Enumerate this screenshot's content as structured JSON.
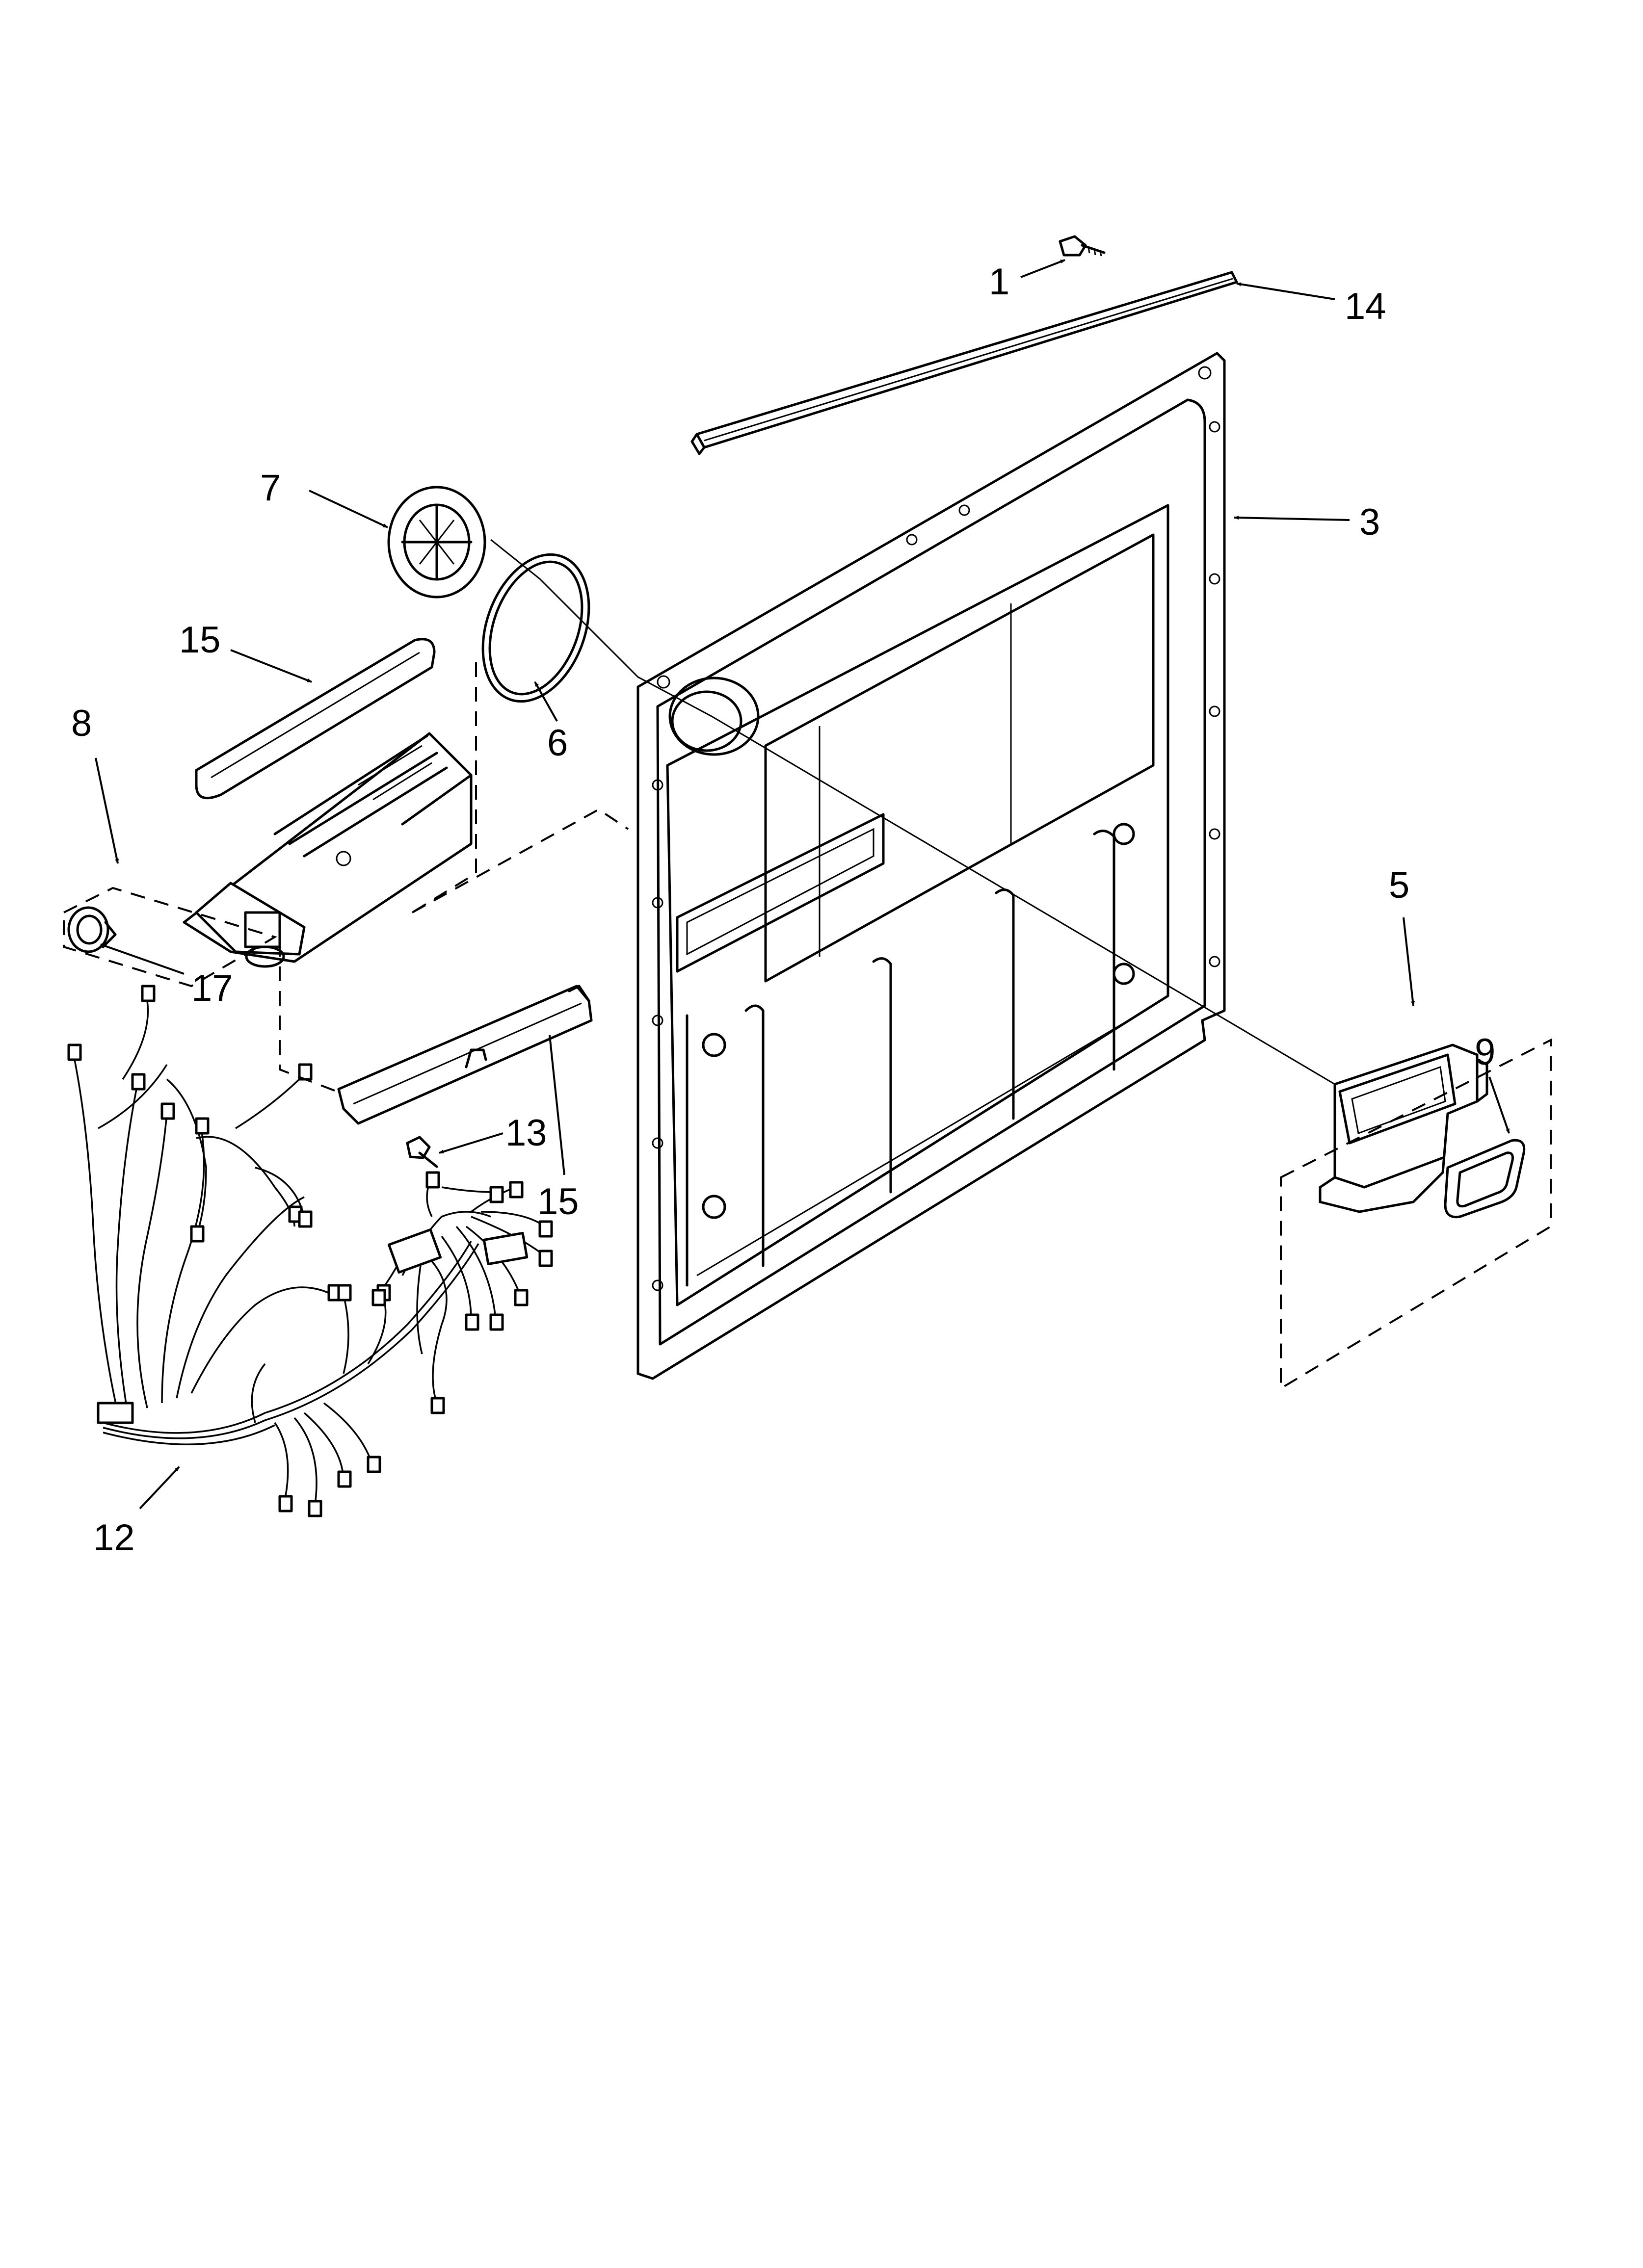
{
  "callouts": {
    "c1": "1",
    "c14": "14",
    "c3": "3",
    "c7": "7",
    "c15_top": "15",
    "c6": "6",
    "c8": "8",
    "c17": "17",
    "c5": "5",
    "c9": "9",
    "c13": "13",
    "c15_bottom": "15",
    "c12": "12"
  },
  "colors": {
    "line": "#000000",
    "background": "#ffffff"
  }
}
